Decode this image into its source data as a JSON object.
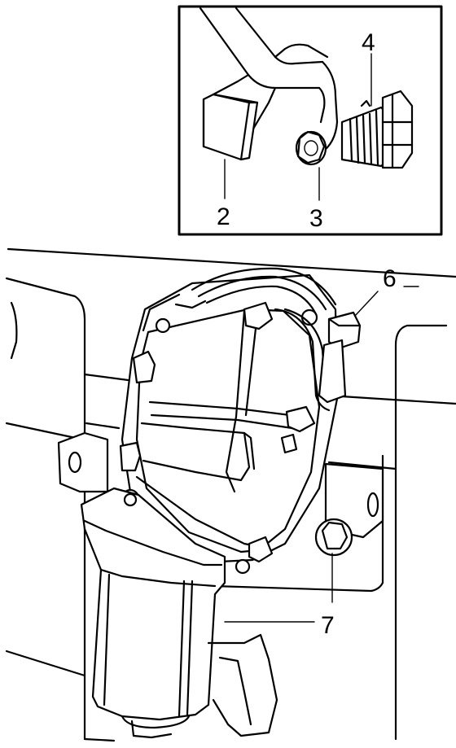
{
  "figure": {
    "inset": {
      "callouts": [
        {
          "id": "2",
          "label": "2"
        },
        {
          "id": "3",
          "label": "3"
        },
        {
          "id": "4",
          "label": "4"
        }
      ]
    },
    "main": {
      "callouts": [
        {
          "id": "6",
          "label": "6"
        },
        {
          "id": "7",
          "label": "7"
        }
      ]
    }
  },
  "colors": {
    "line": "#000000",
    "background": "#ffffff"
  }
}
